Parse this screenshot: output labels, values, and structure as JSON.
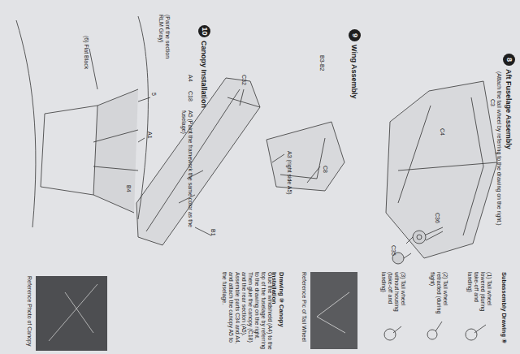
{
  "diagram": {
    "nodes": [
      {
        "text": [
          "8",
          "Aft Fuselage Assembly"
        ]
      },
      {
        "text": [
          "9",
          "Wing Assembly"
        ]
      },
      {
        "text": [
          "10",
          "Canopy Installation"
        ]
      }
    ],
    "labels": [
      "(Attach the tail wheel by referring to the drawing on the right.)",
      "C3",
      "C4",
      "C36",
      "C35",
      "B3-B2",
      "C8",
      "A3 (right side A5)",
      "C32",
      "B4",
      "B1",
      "A4",
      "C18",
      "A5 (Paint the framework the same color as the fuselage)",
      "(Paint the section RLM Gray)",
      "A1",
      "5",
      "(6) Flat Black",
      "Subassembly Drawing ⑧",
      "(1) Tail wheel lowered (during take-off and landing)",
      "(2) Tail wheel retracted (during flight)",
      "(3) Tail wheel without housing (take-off and landing)",
      "Reference Pic of Tail Wheel",
      "Drawing ⑩ Canopy Installation",
      "Glue the windshield (A4) to the top of the fuselage by referring to the drawing on the right. Then glue the canopy (C18) and the rear section (A5). Assemble parts C34 and A4, and attach the canopy A5 to the fuselage.",
      "Reference Photo of Canopy"
    ]
  }
}
